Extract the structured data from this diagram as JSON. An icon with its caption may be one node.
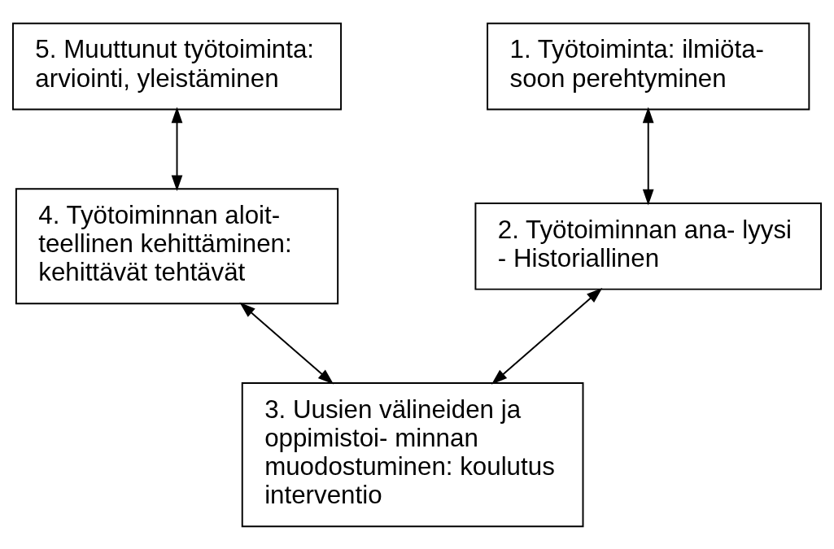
{
  "diagram": {
    "nodes": [
      {
        "text": [
          "5. Muuttunut työtoiminta: arviointi, yleistäminen"
        ]
      },
      {
        "text": [
          "1. Työtoiminta: ilmiöta- soon perehtyminen"
        ]
      },
      {
        "text": [
          "4. Työtoiminnan aloit- teellinen kehittäminen: kehittävät tehtävät"
        ]
      },
      {
        "text": [
          "2. Työtoiminnan ana- lyysi",
          "- Historiallinen"
        ]
      },
      {
        "text": [
          "3. Uusien välineiden ja oppimistoi- minnan muodostuminen: koulutus interventio"
        ]
      }
    ],
    "edges": [
      {
        "from": 1,
        "to": 3,
        "arrow": "both"
      },
      {
        "from": 3,
        "to": 4,
        "arrow": "both"
      },
      {
        "from": 2,
        "to": 4,
        "arrow": "both"
      },
      {
        "from": 0,
        "to": 2,
        "arrow": "both"
      }
    ]
  }
}
